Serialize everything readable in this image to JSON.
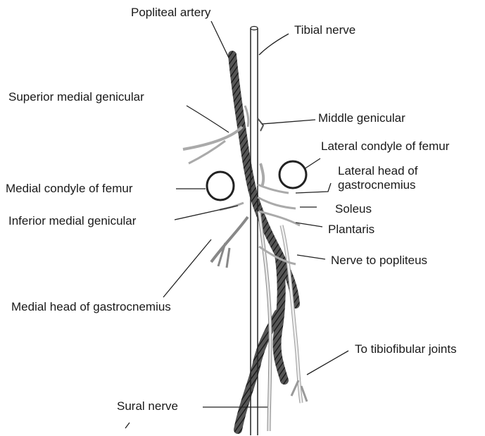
{
  "labels": {
    "popliteal_artery": "Popliteal artery",
    "tibial_nerve": "Tibial nerve",
    "superior_medial_genicular": "Superior medial genicular",
    "middle_genicular": "Middle genicular",
    "lateral_condyle_femur": "Lateral condyle of femur",
    "medial_condyle_femur": "Medial condyle of femur",
    "lateral_head_gastrocnemius_1": "Lateral head of",
    "lateral_head_gastrocnemius_2": "gastrocnemius",
    "soleus": "Soleus",
    "inferior_medial_genicular": "Inferior medial genicular",
    "plantaris": "Plantaris",
    "nerve_to_popliteus": "Nerve to popliteus",
    "medial_head_gastrocnemius": "Medial head of gastrocnemius",
    "to_tibiofibular_joints": "To tibiofibular joints",
    "sural_nerve": "Sural nerve"
  }
}
